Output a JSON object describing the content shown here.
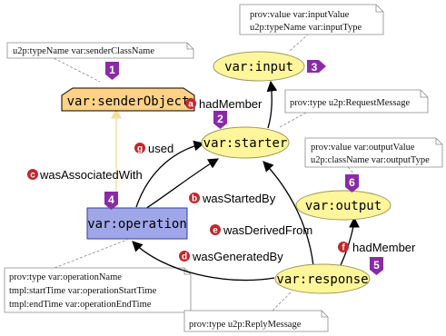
{
  "notes": {
    "sender_note": "u2p:typeName var:senderClassName",
    "input_note_1": "prov:value var:inputValue",
    "input_note_2": "u2p:typeName var:inputType",
    "request_note": "prov:type u2p:RequestMessage",
    "output_note_1": "prov:value var:outputValue",
    "output_note_2": "u2p:className var:outputType",
    "operation_note_1": "prov:type var:operationName",
    "operation_note_2": "tmpl:startTime var:operationStartTime",
    "operation_note_3": "tmpl:endTime var:operationEndTime",
    "reply_note": "prov:type u2p:ReplyMessage"
  },
  "nodes": {
    "sender_object": "var:senderObject",
    "input": "var:input",
    "starter": "var:starter",
    "operation": "var:operation",
    "output": "var:output",
    "response": "var:response"
  },
  "badges": {
    "b1": "1",
    "b2": "2",
    "b3": "3",
    "b4": "4",
    "b5": "5",
    "b6": "6"
  },
  "edges": {
    "had_member_a": "hadMember",
    "used": "used",
    "was_associated_with": "wasAssociatedWith",
    "was_started_by": "wasStartedBy",
    "was_derived_from": "wasDerivedFrom",
    "was_generated_by": "wasGeneratedBy",
    "had_member_f": "hadMember"
  },
  "edge_letters": {
    "a": "a",
    "b": "b",
    "c": "c",
    "d": "d",
    "e": "e",
    "f": "f",
    "g": "g"
  },
  "colors": {
    "entity_fill": "#fff59b",
    "entity_stroke": "#9a9a60",
    "agent_fill": "#fdd286",
    "activity_fill": "#9fa7e8",
    "activity_stroke": "#2f3f9e",
    "badge_fill": "#8a2aa8",
    "letter_fill": "#c0282e",
    "note_stroke": "#8a8a8a",
    "association_edge": "#f5dc9a"
  }
}
